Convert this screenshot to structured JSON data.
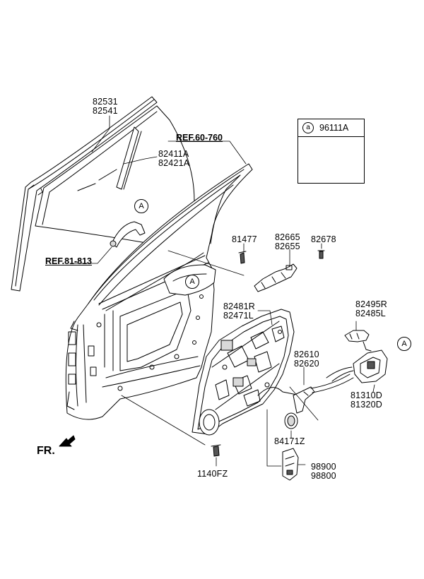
{
  "labels": {
    "glass_run": [
      "82531",
      "82541"
    ],
    "glass": [
      "82411A",
      "82421A"
    ],
    "ref_upper": "REF.60-760",
    "ref_lower": "REF.81-813",
    "bolt_81477": "81477",
    "handle": [
      "82665",
      "82655"
    ],
    "screw_82678": "82678",
    "module": [
      "82481R",
      "82471L"
    ],
    "rod_clip": [
      "82495R",
      "82485L"
    ],
    "cable": [
      "82610",
      "82620"
    ],
    "latch": [
      "81310D",
      "81320D"
    ],
    "grommet": "84171Z",
    "bolt_1140fz": "1140FZ",
    "regulator_motor": [
      "98900",
      "98800"
    ],
    "front_marker": "FR.",
    "callout_letter": "A"
  },
  "legend": {
    "letter": "a",
    "part_number": "96111A",
    "icon": "warning-label-icon"
  },
  "colors": {
    "line": "#000000",
    "background": "#ffffff",
    "fill_light": "#f2f2f2",
    "fill_mid": "#d9d9d9",
    "fill_dark": "#555555"
  }
}
